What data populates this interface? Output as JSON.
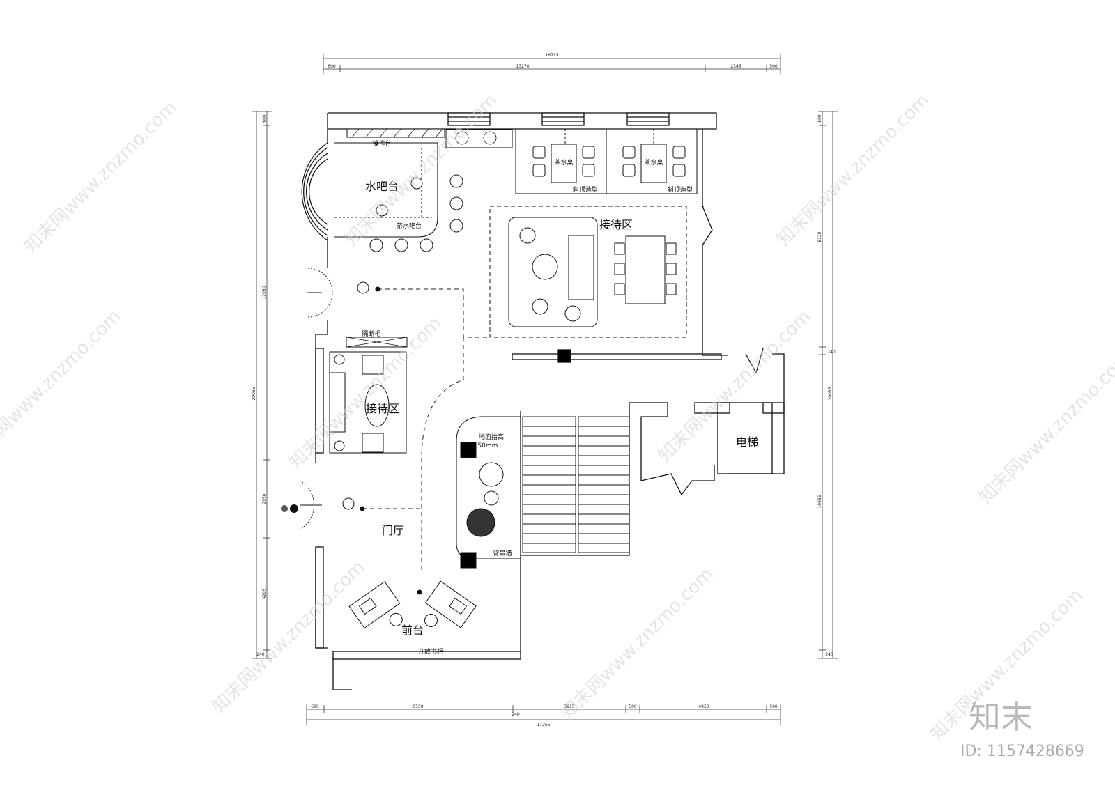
{
  "rooms": {
    "water_bar": "水吧台",
    "operation_counter": "操作台",
    "tea_bar": "茶水吧台",
    "tea_table_1": "茶水桌",
    "tea_table_2": "茶水桌",
    "slope_ceiling_1": "斜顶造型",
    "slope_ceiling_2": "斜顶造型",
    "reception_upper": "接待区",
    "partition_cabinet": "隔断柜",
    "reception_lower": "接待区",
    "raised_floor": "地面抬高",
    "raised_floor_height": "150mm",
    "elevator": "电梯",
    "lobby": "门厅",
    "feature_wall": "背景墙",
    "front_desk": "前台",
    "open_bookcase": "开放书柜"
  },
  "dimensions": {
    "top_total": "16715",
    "top_segments": [
      "600",
      "13270",
      "2345",
      "500"
    ],
    "left_total": "20085",
    "left_segments": [
      "600",
      "12080",
      "2950",
      "4205",
      "240"
    ],
    "right_total": "20085",
    "right_segments": [
      "600",
      "8120",
      "240",
      "10885",
      "240"
    ],
    "bottom_segments": [
      "600",
      "6550",
      "3915",
      "500",
      "4950",
      "500"
    ],
    "bottom_sub": "240",
    "bottom_total": "17255"
  },
  "watermark": {
    "text": "知末网www.znzmo.com",
    "brand": "知末",
    "id": "ID: 1157428669"
  }
}
